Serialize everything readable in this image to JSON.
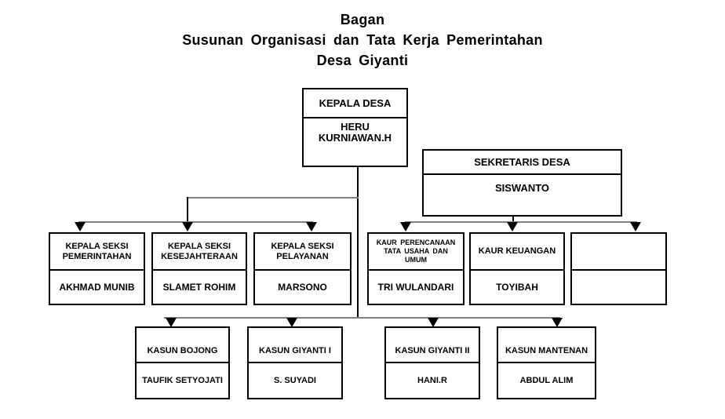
{
  "colors": {
    "background": "#ffffff",
    "text": "#000000",
    "box_border": "#000000",
    "connector_gray": "#808080",
    "line_black": "#000000"
  },
  "title": {
    "line1": "Bagan",
    "line2": "Susunan Organisasi dan Tata Kerja Pemerintahan",
    "line3": "Desa Giyanti"
  },
  "org": {
    "kepala_desa": {
      "role": "KEPALA DESA",
      "name": "HERU\nKURNIAWAN.H"
    },
    "sekretaris_desa": {
      "role": "SEKRETARIS DESA",
      "name": "SISWANTO"
    },
    "seksi": [
      {
        "role": "KEPALA SEKSI\nPEMERINTAHAN",
        "name": "AKHMAD MUNIB"
      },
      {
        "role": "KEPALA SEKSI\nKESEJAHTERAAN",
        "name": "SLAMET ROHIM"
      },
      {
        "role": "KEPALA SEKSI\nPELAYANAN",
        "name": "MARSONO"
      }
    ],
    "kaur": [
      {
        "role": "KAUR PERENCANAAN\nTATA USAHA DAN\nUMUM",
        "name": "TRI WULANDARI"
      },
      {
        "role": "KAUR KEUANGAN",
        "name": "TOYIBAH"
      },
      {
        "role": "",
        "name": ""
      }
    ],
    "kasun": [
      {
        "role": "KASUN BOJONG",
        "name": "TAUFIK SETYOJATI"
      },
      {
        "role": "KASUN GIYANTI I",
        "name": "S. SUYADI"
      },
      {
        "role": "KASUN GIYANTI II",
        "name": "HANI.R"
      },
      {
        "role": "KASUN MANTENAN",
        "name": "ABDUL ALIM"
      }
    ]
  }
}
